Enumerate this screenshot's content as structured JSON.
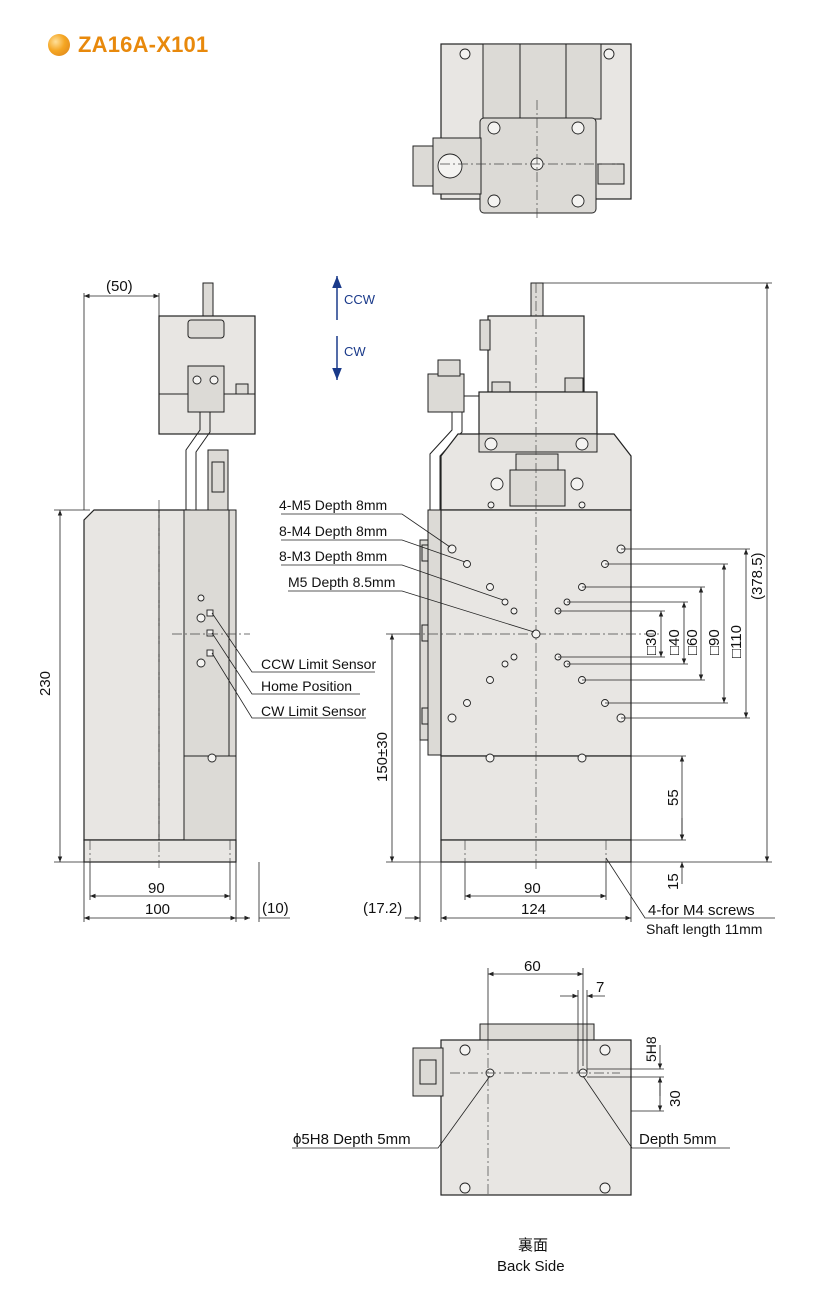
{
  "title": "ZA16A-X101",
  "colors": {
    "title": "#e8890c",
    "body": "#e8e6e3",
    "direction": "#1a3a8a"
  },
  "directions": {
    "ccw": "CCW",
    "cw": "CW"
  },
  "side_view": {
    "dim_top": "(50)",
    "dim_height": "230",
    "dim_inner_width": "90",
    "dim_width": "100",
    "dim_offset": "(10)",
    "sensor_ccw": "CCW Limit Sensor",
    "home": "Home Position",
    "sensor_cw": "CW Limit Sensor"
  },
  "front_view": {
    "hole_m5": "4-M5 Depth 8mm",
    "hole_m4": "8-M4 Depth 8mm",
    "hole_m3": "8-M3 Depth 8mm",
    "hole_center": "M5 Depth 8.5mm",
    "sq30": "□30",
    "sq40": "□40",
    "sq60": "□60",
    "sq90": "□90",
    "sq110": "□110",
    "dim_total": "(378.5)",
    "dim_travel": "150±30",
    "dim_55": "55",
    "dim_15": "15",
    "dim_inner_width": "90",
    "dim_width": "124",
    "dim_offset": "(17.2)",
    "screws": "4-for M4 screws",
    "shaft": "Shaft length 11mm"
  },
  "back_view": {
    "dim_60": "60",
    "dim_7": "7",
    "dim_5h8": "5H8",
    "dim_30": "30",
    "pin_hole": "ϕ5H8 Depth 5mm",
    "depth": "Depth 5mm",
    "caption_cn": "裏面",
    "caption_en": "Back Side"
  }
}
